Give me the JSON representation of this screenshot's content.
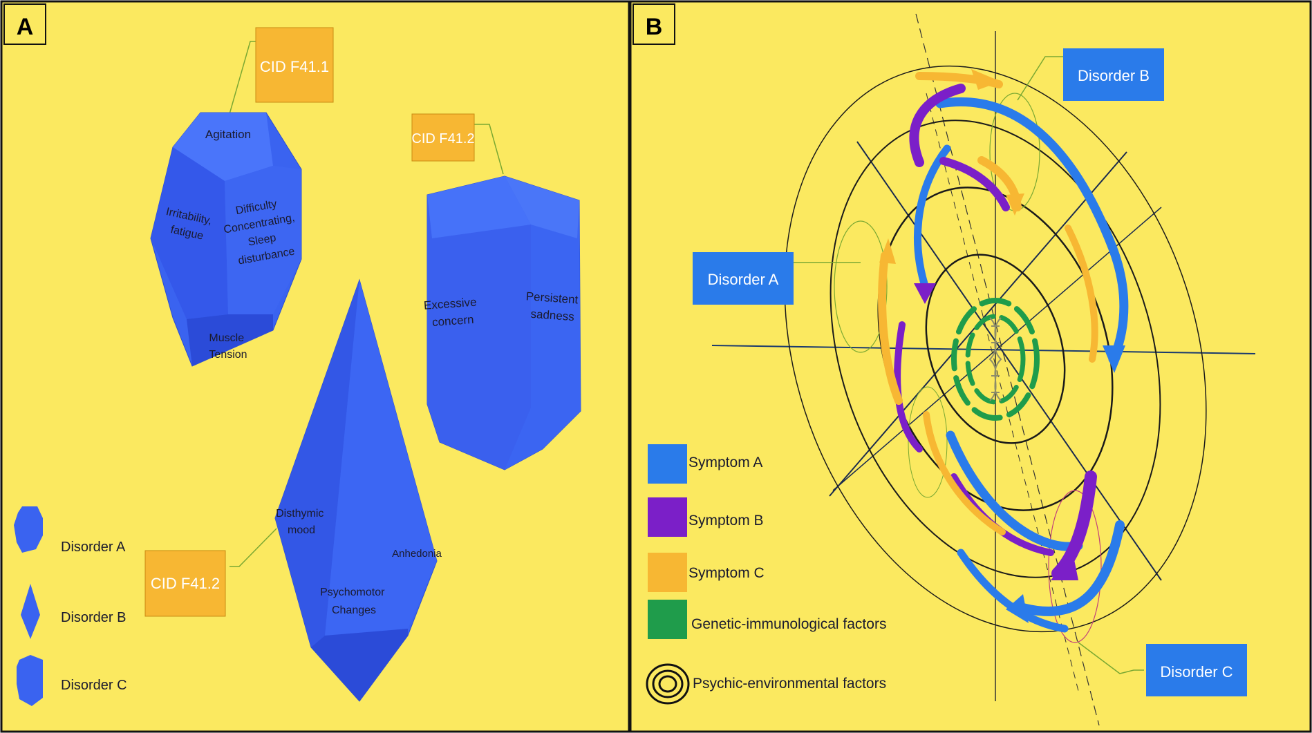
{
  "panel_a": {
    "label": "A",
    "cid_labels": [
      "CID F41.1",
      "CID F41.2",
      "CID F41.2"
    ],
    "disorder_a": {
      "top": "Agitation",
      "left": [
        "Irritability,",
        "fatigue"
      ],
      "right": [
        "Difficulty",
        "Concentrating,",
        "Sleep",
        "disturbance"
      ],
      "bottom": [
        "Muscle",
        "Tension"
      ]
    },
    "disorder_c": {
      "left": [
        "Excessive",
        "concern"
      ],
      "right": [
        "Persistent",
        "sadness"
      ]
    },
    "disorder_b": {
      "left": [
        "Disthymic",
        "mood"
      ],
      "center": [
        "Psychomotor",
        "Changes"
      ],
      "right": "Anhedonia"
    },
    "legend": [
      "Disorder A",
      "Disorder B",
      "Disorder C"
    ]
  },
  "panel_b": {
    "label": "B",
    "disorder_labels": [
      "Disorder B",
      "Disorder A",
      "Disorder C"
    ],
    "legend": [
      "Symptom A",
      "Symptom B",
      "Symptom C",
      "Genetic-immunological factors",
      "Psychic-environmental factors"
    ]
  },
  "colors": {
    "background": "#fbe960",
    "crystal_blue": "#3a63f0",
    "cid_box": "#f7b733",
    "disorder_box": "#2a7bea",
    "symptom_a": "#2a7bea",
    "symptom_b": "#7b1fc8",
    "symptom_c": "#f7b733",
    "genetic": "#1f9c4b"
  }
}
